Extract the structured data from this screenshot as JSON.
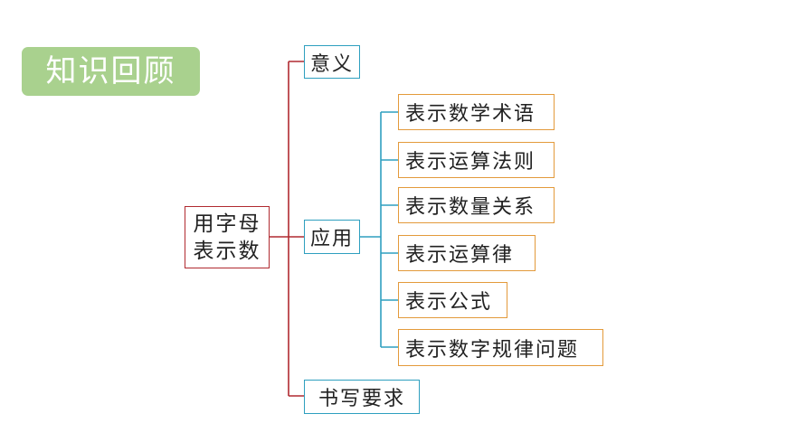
{
  "badge": {
    "label": "知识回顾"
  },
  "root": {
    "line1": "用字母",
    "line2": "表示数"
  },
  "branches": {
    "meaning": "意义",
    "application": "应用",
    "writing": "书写要求"
  },
  "applications": [
    "表示数学术语",
    "表示运算法则",
    "表示数量关系",
    "表示运算律",
    "表示公式",
    "表示数字规律问题"
  ],
  "colors": {
    "badge_bg": "#a9d18e",
    "root_border": "#b02a30",
    "branch_border": "#2e9fbf",
    "leaf_border": "#e39a3b"
  }
}
